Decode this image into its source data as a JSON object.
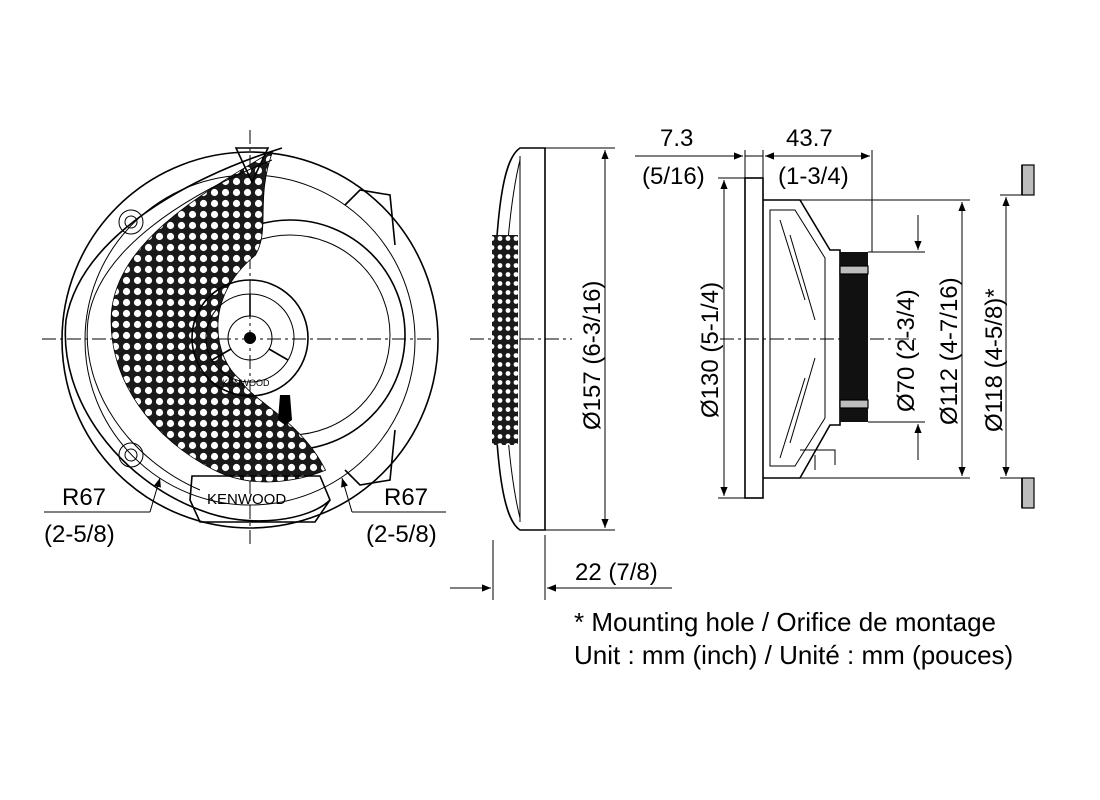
{
  "front_view": {
    "brand_grille": "KENWOOD",
    "brand_cone": "KENWOOD",
    "radius_left": {
      "mm": "R67",
      "inch": "(2-5/8)"
    },
    "radius_right": {
      "mm": "R67",
      "inch": "(2-5/8)"
    }
  },
  "side_view": {
    "outer_diameter": "Ø157 (6-3/16)",
    "depth": "22 (7/8)"
  },
  "section_view": {
    "flange_thickness": {
      "mm": "7.3",
      "inch": "(5/16)"
    },
    "mount_depth": {
      "mm": "43.7",
      "inch": "(1-3/4)"
    },
    "basket_diameter": "Ø130 (5-1/4)",
    "magnet_diameter": "Ø70 (2-3/4)",
    "frame_diameter": "Ø112 (4-7/16)",
    "hole_diameter": "Ø118 (4-5/8)*"
  },
  "notes": {
    "mounting_hole": "* Mounting hole / Orifice de montage",
    "unit": "Unit : mm (inch) / Unité : mm (pouces)"
  }
}
